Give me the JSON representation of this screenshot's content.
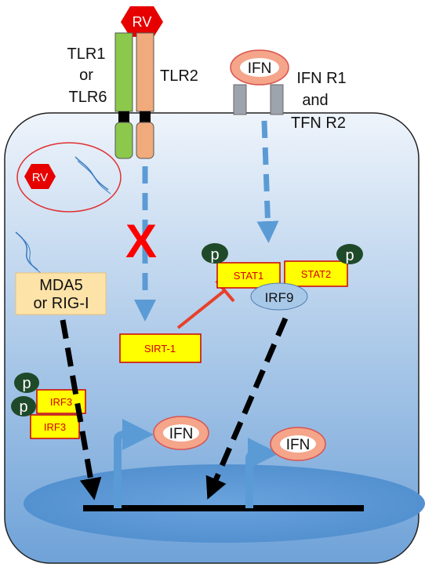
{
  "virus": {
    "label_top": "RV",
    "label_cell": "RV"
  },
  "receptors": {
    "tlr_left_line1": "TLR1",
    "tlr_left_line2": "or",
    "tlr_left_line3": "TLR6",
    "tlr_right": "TLR2",
    "ifn_r_line1": "IFN R1",
    "ifn_r_line2": "and",
    "ifn_r_line3": "TFN R2"
  },
  "ifn": {
    "top": "IFN",
    "nucleus_left": "IFN",
    "nucleus_right": "IFN"
  },
  "sensor": {
    "line1": "MDA5",
    "line2": "or RIG-I"
  },
  "proteins": {
    "stat1": "STAT1",
    "stat2": "STAT2",
    "irf9": "IRF9",
    "sirt1": "SIRT-1",
    "irf3_a": "IRF3",
    "irf3_b": "IRF3"
  },
  "phospho": {
    "stat1_p": "p",
    "stat2_p": "p",
    "irf3a_p": "p",
    "irf3b_p": "p"
  },
  "block_mark": "X",
  "colors": {
    "cell_fill_top": "#eef4fb",
    "cell_fill_bottom": "#6fa2d8",
    "nucleus": "#4f8dcd",
    "tlr_left": "#8cc84b",
    "tlr_right": "#f0aa7c",
    "virus": "#e60000",
    "ifn_ring": "#f4a58a",
    "box_fill": "#ffff00",
    "box_border": "#cc0000",
    "phospho": "#1f4a2a",
    "sensor_fill": "#fde3a7",
    "arrow_blue": "#5b9bd5",
    "irf9_fill": "#a8c8e8"
  }
}
